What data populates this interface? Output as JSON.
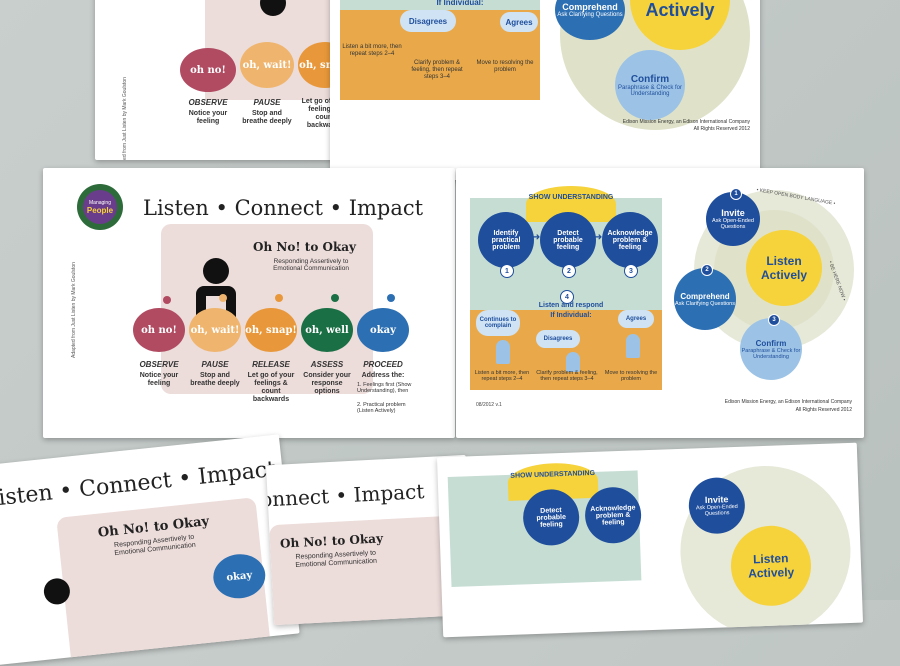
{
  "front": {
    "logo": {
      "top": "Managing",
      "main": "People",
      "colors": {
        "outer": "#2e6b3a",
        "inner": "#6a3d8c"
      }
    },
    "title": "Listen • Connect • Impact",
    "panel_title": "Oh No! to Okay",
    "panel_subtitle": "Responding Assertively to Emotional Communication",
    "side_credit": "Adapted from Just Listen by Mark Goulston",
    "stages": [
      {
        "bubble": "oh no!",
        "color": "#b04b62",
        "heading": "OBSERVE",
        "text": "Notice your feeling"
      },
      {
        "bubble": "oh, wait!",
        "color": "#efb56e",
        "heading": "PAUSE",
        "text": "Stop and breathe deeply"
      },
      {
        "bubble": "oh, snap!",
        "color": "#e8983a",
        "heading": "RELEASE",
        "text": "Let go of your feelings & count backwards"
      },
      {
        "bubble": "oh, well",
        "color": "#1b6f45",
        "heading": "ASSESS",
        "text": "Consider your response options"
      },
      {
        "bubble": "okay",
        "color": "#2c6fb3",
        "heading": "PROCEED",
        "text": "Address the:"
      }
    ],
    "proceed_list": [
      "1. Feelings first (Show Understanding), then",
      "2. Practical problem (Listen Actively)"
    ]
  },
  "back": {
    "show_understanding": "SHOW UNDERSTANDING",
    "steps": [
      {
        "label": "Identify practical problem",
        "num": "1"
      },
      {
        "label": "Detect probable feeling",
        "num": "2"
      },
      {
        "label": "Acknowledge problem & feeling",
        "num": "3"
      }
    ],
    "step4_num": "4",
    "listen_respond": "Listen and respond",
    "if_individual": "If Individual:",
    "responses": [
      {
        "bubble": "Continues to complain",
        "caption": "Listen a bit more, then repeat steps 2–4"
      },
      {
        "bubble": "Disagrees",
        "caption": "Clarify problem & feeling, then repeat steps 3–4"
      },
      {
        "bubble": "Agrees",
        "caption": "Move to resolving the problem"
      }
    ],
    "listen_actively": "Listen Actively",
    "keep_open": "• KEEP OPEN BODY LANGUAGE •",
    "be_here_now": "• BE HERE NOW •",
    "ring_items": [
      {
        "num": "1",
        "title": "Invite",
        "text": "Ask Open-Ended Questions"
      },
      {
        "num": "2",
        "title": "Comprehend",
        "text": "Ask Clarifying Questions"
      },
      {
        "num": "3",
        "title": "Confirm",
        "text": "Paraphrase & Check for Understanding"
      }
    ],
    "version": "08/2012 v.1",
    "copyright_1": "Edison Mission Energy, an Edison International Company",
    "copyright_2": "All Rights Reserved 2012"
  },
  "colors": {
    "navy": "#1f4e9c",
    "yellow": "#f6d23b",
    "teal_panel": "#c6ddd4",
    "orange_panel": "#e9a94a",
    "light_blue": "#9cc3e6",
    "panel_pink": "#ecdcda"
  }
}
